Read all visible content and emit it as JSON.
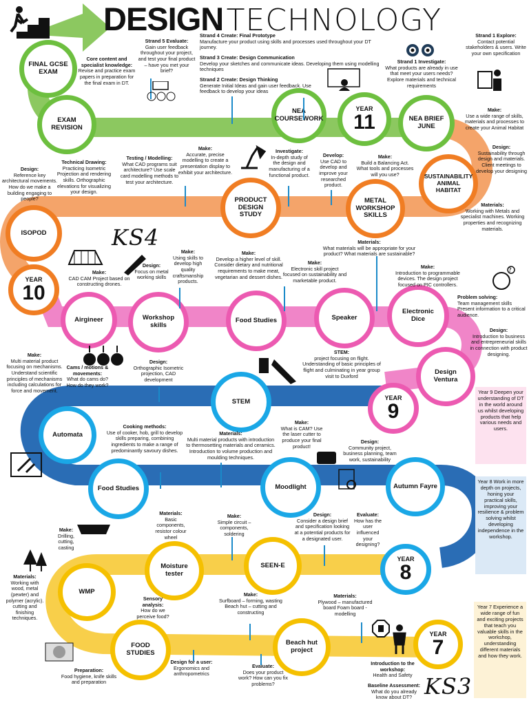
{
  "header": {
    "title_bold": "DESIGN",
    "title_light": "TECHNOLOGY"
  },
  "circles": {
    "final_exam": "FINAL GCSE EXAM",
    "exam_revision": "EXAM REVISION",
    "nea_coursework": "NEA COURSEWORK",
    "year11": {
      "label": "YEAR",
      "num": "11"
    },
    "nea_brief": "NEA BRIEF JUNE",
    "sustainability": "SUSTAINABILITY ANIMAL HABITAT",
    "metal_workshop": "METAL WORKSHOP SKILLS",
    "product_design": "PRODUCT DESIGN STUDY",
    "isopod": "ISOPOD",
    "year10": {
      "label": "YEAR",
      "num": "10"
    },
    "airgineer": "Airgineer",
    "workshop_skills": "Workshop skills",
    "food_studies_10": "Food Studies",
    "speaker": "Speaker",
    "electronic_dice": "Electronic Dice",
    "design_ventura": "Design Ventura",
    "year9": {
      "label": "YEAR",
      "num": "9"
    },
    "stem": "STEM",
    "automata": "Automata",
    "food_studies_8": "Food Studies",
    "moodlight": "Moodlight",
    "autumn_fayre": "Autumn Fayre",
    "year8": {
      "label": "YEAR",
      "num": "8"
    },
    "seen_e": "SEEN-E",
    "moisture_tester": "Moisture tester",
    "wmp": "WMP",
    "food_studies_7": "FOOD STUDIES",
    "beach_hut": "Beach hut project",
    "year7": {
      "label": "YEAR",
      "num": "7"
    }
  },
  "notes": {
    "core_content": {
      "head": "Core content and specialist knowledge:",
      "body": "Revise and practice exam papers in preparation for the final exam in DT."
    },
    "strand5": {
      "head": "Strand 5 Evaluate:",
      "body": "Gain user feedback throughout your project, and test your final product – have you met your brief?"
    },
    "strand4": {
      "head": "Strand 4 Create: Final Prototype",
      "body": "Manufacture your product using skills and processes used throughout your DT journey."
    },
    "strand3": {
      "head": "Strand 3 Create: Design Communication",
      "body": "Develop your sketches and communicate ideas. Developing them using modelling techniques"
    },
    "strand2": {
      "head": "Strand 2 Create: Design Thinking",
      "body": "Generate Initial Ideas and gain user feedback. Use feedback to develop your ideas"
    },
    "strand1_explore": {
      "head": "Strand 1 Explore:",
      "body": "Contact potential stakeholders & users. Write your own specification"
    },
    "strand1_investigate": {
      "head": "Strand 1 Investigate:",
      "body": "What products are already in use that meet your users needs? Explore materials and technical requirements"
    },
    "make_y11": {
      "head": "Make:",
      "body": "Use a wide range of skills, materials and processes to create your Animal Habitat"
    },
    "design_y11": {
      "head": "Design:",
      "body": "Sustainability through design and materials. Client meetings to develop your designing"
    },
    "materials_y11": {
      "head": "Materials:",
      "body": "Working with Metals and specialist machines. Working properties and recognizing materials."
    },
    "design_ref": {
      "head": "Design:",
      "body": "Reference key architectural movements. How do we make a building engaging to people?"
    },
    "technical_drawing": {
      "head": "Technical Drawing:",
      "body": "Practicing Isometric Projection and rendering skills. Orthographic elevations for visualizing your design."
    },
    "testing_modelling": {
      "head": "Testing / Modelling:",
      "body": "What CAD programs suit architecture? Use scale card modelling methods to test your architecture."
    },
    "make_accurate": {
      "head": "Make:",
      "body": "Accurate, precise modelling to create a presentation display to exhibit your architecture."
    },
    "investigate": {
      "head": "Investigate:",
      "body": "In-depth study of the design and manufacturing of a functional product."
    },
    "develop": {
      "head": "Develop:",
      "body": "Use CAD to develop and improve your researched product."
    },
    "make_balancing": {
      "head": "Make:",
      "body": "Build a Balancing Act. What tools and processes will you use?"
    },
    "materials_y10": {
      "head": "Materials:",
      "body": "What materials will be appropriate for your product? What materials are sustainable?"
    },
    "make_cad_cam": {
      "head": "Make:",
      "body": "CAD CAM Project based on constructing drones."
    },
    "design_metal": {
      "head": "Design:",
      "body": "Focus on metal working skills"
    },
    "make_craft": {
      "head": "Make:",
      "body": "Using skills to develop high quality craftsmanship products."
    },
    "make_food": {
      "head": "Make:",
      "body": "Develop a higher level of skill. Consider dietary and nutritional requirements to make meat, vegetarian and dessert dishes."
    },
    "make_electronic": {
      "head": "Make:",
      "body": "Electronic skill project focused on sustainability and marketable product."
    },
    "make_pic": {
      "head": "Make:",
      "body": "Introduction to programmable devices. The design project focused on PIC controllers."
    },
    "problem_solving": {
      "head": "Problem solving:",
      "body": "Team management skills Present information to a critical audience."
    },
    "design_business": {
      "head": "Design:",
      "body": "Introduction to business and entrepreneurial skills in connection with product designing."
    },
    "make_multi": {
      "head": "Make:",
      "body": "Multi material product focusing on mechanisms. Understand scientific principles of mechanisms including calculations for force and movement."
    },
    "cams": {
      "head": "Cams / motions & movements:",
      "body": "What do cams do? How do they work?"
    },
    "design_ortho": {
      "head": "Design:",
      "body": "Orthographic Isometric projection, CAD development"
    },
    "stem_note": {
      "head": "STEM:",
      "body": "project focusing on flight. Understanding of basic principles of flight and culminating in year group visit to Duxford"
    },
    "cooking": {
      "head": "Cooking methods:",
      "body": "Use of cooker, hob, grill to develop skills preparing, combining ingredients to make a range of predominantly savoury dishes."
    },
    "materials_multi": {
      "head": "Materials:",
      "body": "Multi material products with introduction to thermosetting materials and ceramics. Introduction to volume production and moulding techniques."
    },
    "make_cam": {
      "head": "Make:",
      "body": "What is CAM? Use the laser cutter to produce your final product!"
    },
    "design_community": {
      "head": "Design:",
      "body": "Community project, business planning, team work, sustainability"
    },
    "make_drilling": {
      "head": "Make:",
      "body": "Drilling, cutting, casting"
    },
    "materials_basic": {
      "head": "Materials:",
      "body": "Basic components, resistor colour wheel"
    },
    "make_circuit": {
      "head": "Make:",
      "body": "Simple circuit – components, soldering"
    },
    "design_brief": {
      "head": "Design:",
      "body": "Consider a design brief and specification looking at a potential products for a designated user."
    },
    "evaluate_y8": {
      "head": "Evaluate:",
      "body": "How has the user influenced your designing?"
    },
    "materials_wood": {
      "head": "Materials:",
      "body": "Working with wood, metal (pewter) and polymer (acrylic). cutting and finishing techniques."
    },
    "sensory": {
      "head": "Sensory analysis:",
      "body": "How do we perceive food?"
    },
    "make_surfboard": {
      "head": "Make:",
      "body": "Surfboard – forming, wasting Beach hut – cutting and constructing"
    },
    "materials_ply": {
      "head": "Materials:",
      "body": "Plywood – manufactured board Foam board - modelling"
    },
    "preparation": {
      "head": "Preparation:",
      "body": "Food hygiene, knife skills and preparation"
    },
    "design_user": {
      "head": "Design for a user:",
      "body": "Ergonomics and anthropometrics"
    },
    "evaluate_y7": {
      "head": "Evaluate:",
      "body": "Does your product work? How can you fix problems?"
    },
    "intro_workshop": {
      "head": "Introduction to the workshop:",
      "body": "Health and Safety"
    },
    "baseline": {
      "head": "Baseline Assessment:",
      "body": "What do you already know about DT?"
    }
  },
  "side_boxes": {
    "year9": "Year 9 Deepen your understanding of DT in the world around us whilst developing products that help various needs and users.",
    "year8": "Year 8 Work in more depth on projects, honing your practical skills, improving your resilience & problem solving whilst developing independence in the workshop.",
    "year7": "Year 7 Experience a wide range of fun and exciting projects that teach you valuable skills in the workshop, understanding different materials and how they work."
  },
  "stage_labels": {
    "ks4": "KS4",
    "ks3": "KS3"
  },
  "colors": {
    "green": "#6dbf3f",
    "orange": "#f07d23",
    "pink": "#ec5ab1",
    "blue": "#1aa7e6",
    "navy_road": "#2a6db5",
    "yellow": "#f5c000",
    "pin": "#1b8ac9"
  },
  "icons": [
    "stairs-climber-icon",
    "binoculars-icon",
    "presenter-icon",
    "feedback-faces-icon",
    "team-meeting-icon",
    "lamp-icon",
    "building-icon",
    "guitar-icon",
    "tool-icon",
    "idea-head-icon",
    "sewing-machine-icon",
    "pliers-icon",
    "saw-icon",
    "tree-icon",
    "hand-soldering-icon",
    "magnifier-icon",
    "stop-hand-icon",
    "worker-icon",
    "food-plate-icon"
  ]
}
